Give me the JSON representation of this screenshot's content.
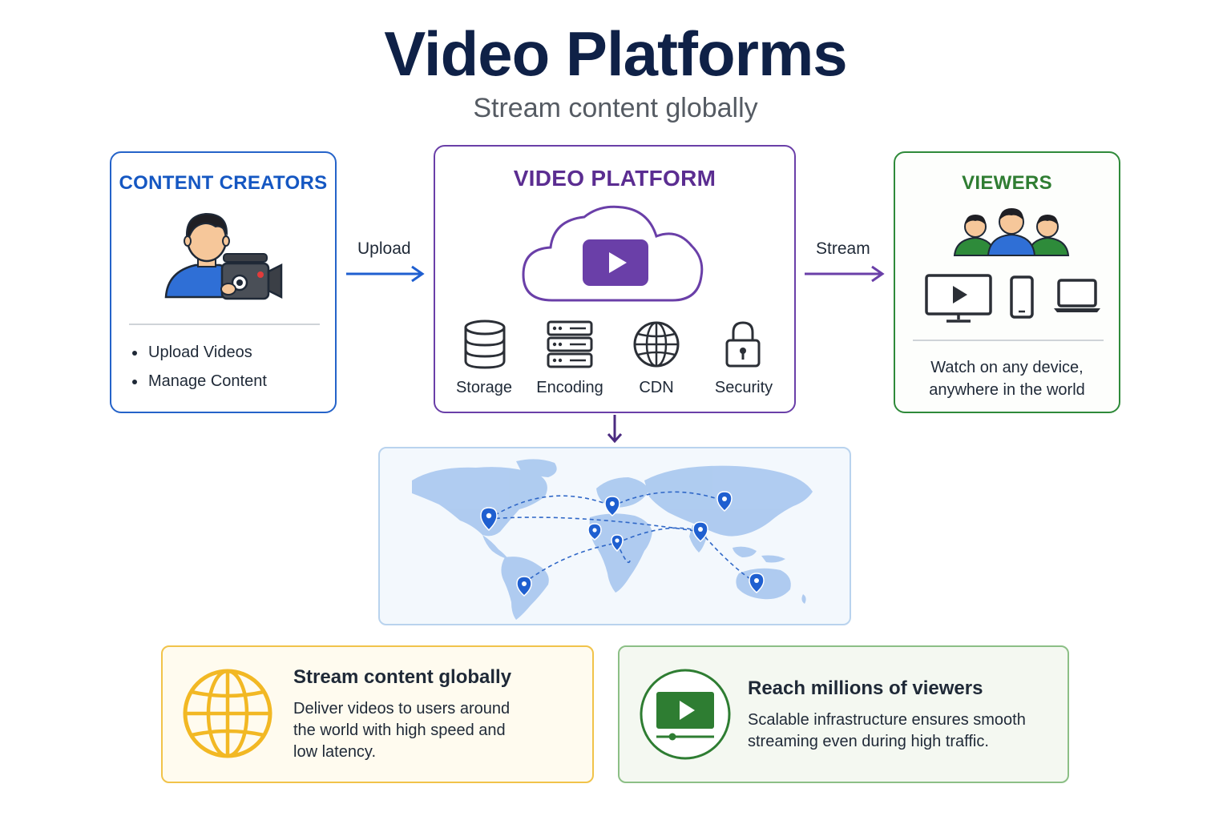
{
  "header": {
    "title": "Video Platforms",
    "subtitle": "Stream content globally"
  },
  "creators": {
    "heading": "CONTENT CREATORS",
    "bullets": [
      "Upload Videos",
      "Manage Content"
    ],
    "icons": [
      "creator-avatar-icon",
      "video-camera-icon"
    ]
  },
  "flow": {
    "upload_label": "Upload",
    "stream_label": "Stream"
  },
  "platform": {
    "heading": "VIDEO PLATFORM",
    "center_icon": "cloud-play-icon",
    "services": [
      {
        "label": "Storage",
        "icon": "database-icon"
      },
      {
        "label": "Encoding",
        "icon": "server-rack-icon"
      },
      {
        "label": "CDN",
        "icon": "globe-icon"
      },
      {
        "label": "Security",
        "icon": "lock-icon"
      }
    ]
  },
  "viewers": {
    "heading": "VIEWERS",
    "description_line1": "Watch on any device,",
    "description_line2": "anywhere in the world",
    "devices": [
      "monitor-icon",
      "phone-icon",
      "laptop-icon"
    ]
  },
  "map": {
    "icon": "world-map-icon",
    "pin_count": 8
  },
  "cards": [
    {
      "title": "Stream content globally",
      "description_lines": [
        "Deliver videos to users around",
        "the world with high speed and",
        "low latency."
      ],
      "icon": "globe-icon",
      "color": "#f2b824"
    },
    {
      "title": "Reach millions of viewers",
      "description_lines": [
        "Scalable infrastructure ensures smooth",
        "streaming even during high traffic."
      ],
      "icon": "video-player-icon",
      "color": "#2e7d32"
    }
  ],
  "colors": {
    "creators": "#2563c9",
    "platform": "#6a3fa8",
    "viewers": "#2f8a3a",
    "title": "#0f2147"
  }
}
